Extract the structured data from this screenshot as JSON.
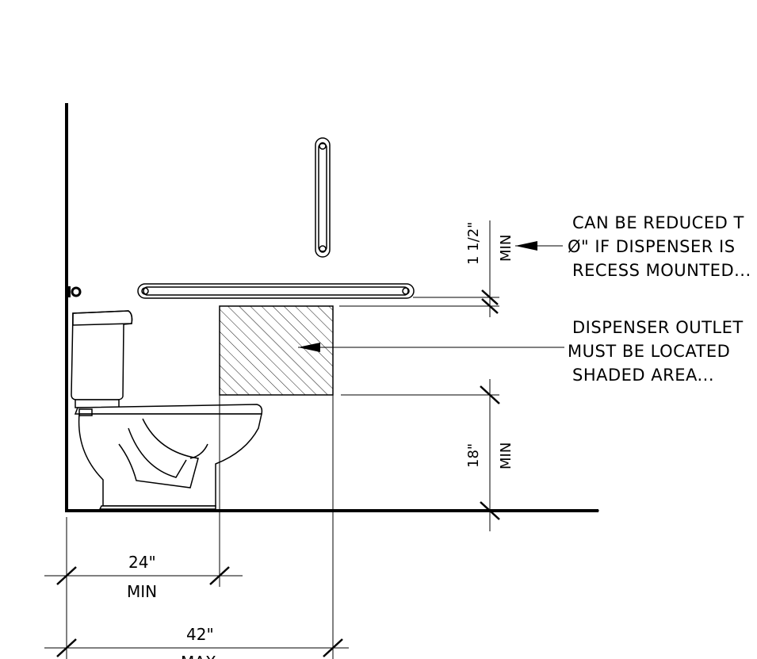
{
  "notes": {
    "reduce": [
      "CAN BE REDUCED T",
      "Ø\" IF DISPENSER IS",
      "RECESS MOUNTED..."
    ],
    "outlet": [
      "DISPENSER OUTLET",
      "MUST BE LOCATED",
      "SHADED AREA..."
    ]
  },
  "dimensions": {
    "gap_value": "1 1/2\"",
    "gap_qualifier": "MIN",
    "height_value": "18\"",
    "height_qualifier": "MIN",
    "min_dist_value": "24\"",
    "min_dist_qualifier": "MIN",
    "max_dist_value": "42\"",
    "max_dist_qualifier": "MAX"
  }
}
